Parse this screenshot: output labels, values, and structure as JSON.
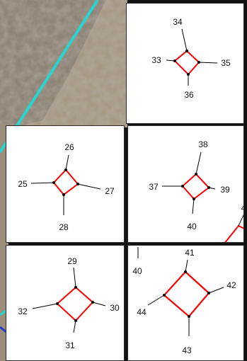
{
  "map": {
    "boundary_color": "#28d4cf",
    "parcel_outline_color": "#ff0000",
    "leader_color": "#000000",
    "vertex_color": "#000000"
  },
  "insets": [
    {
      "id": "inset-1",
      "parcel": [
        "34",
        "35",
        "36",
        "33"
      ]
    },
    {
      "id": "inset-2",
      "parcel": [
        "26",
        "27",
        "28",
        "25"
      ]
    },
    {
      "id": "inset-3",
      "parcel": [
        "38",
        "39",
        "40",
        "37"
      ],
      "partial": "4"
    },
    {
      "id": "inset-4",
      "parcel": [
        "29",
        "30",
        "31",
        "32"
      ]
    },
    {
      "id": "inset-5",
      "parcel": [
        "41",
        "42",
        "43",
        "44"
      ],
      "partial": "40"
    }
  ]
}
